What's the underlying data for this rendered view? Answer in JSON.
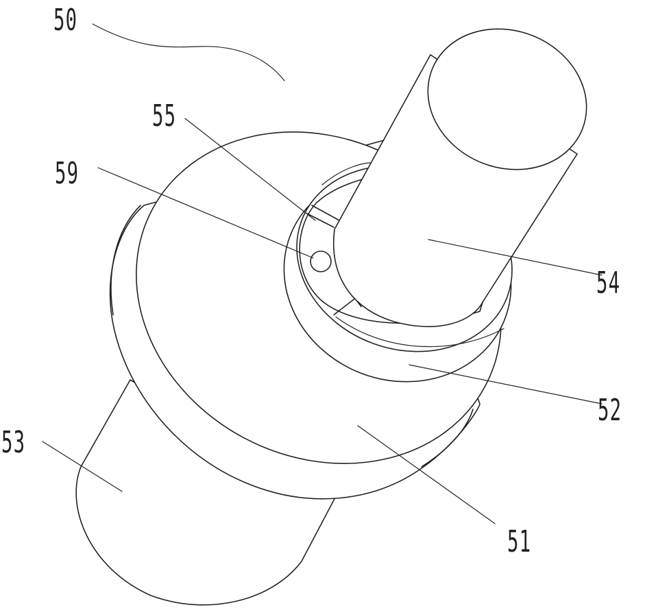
{
  "figure": {
    "labels": {
      "assembly": "50",
      "body": "51",
      "flange": "52",
      "lower_shaft": "53",
      "upper_shaft": "54",
      "notch": "55",
      "hole": "59"
    },
    "line_color": "#222222",
    "background": "#ffffff"
  }
}
